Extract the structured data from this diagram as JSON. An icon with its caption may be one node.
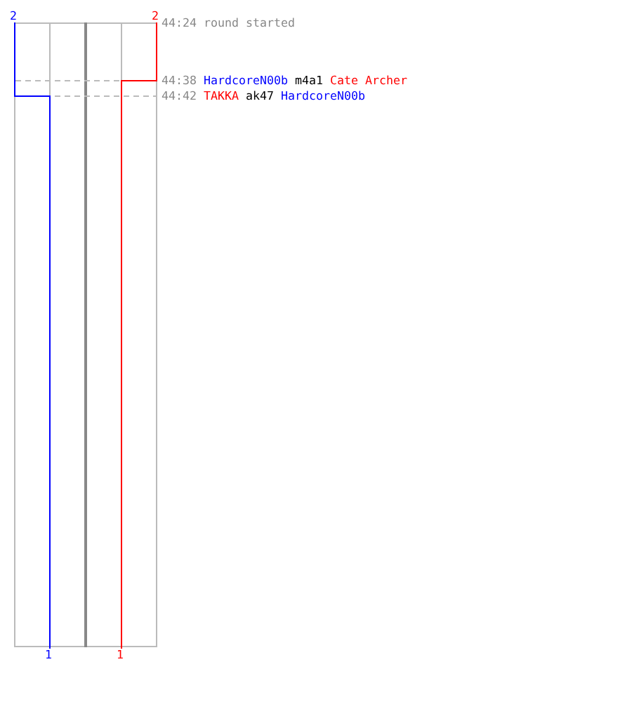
{
  "diagram": {
    "labels": [
      "2",
      "2",
      "44:24",
      "round started",
      "44:38",
      "HardcoreN00b",
      "m4a1",
      "Cate Archer",
      "44:42",
      "TAKKA",
      "ak47",
      "HardcoreN00b",
      "1",
      "1"
    ]
  }
}
